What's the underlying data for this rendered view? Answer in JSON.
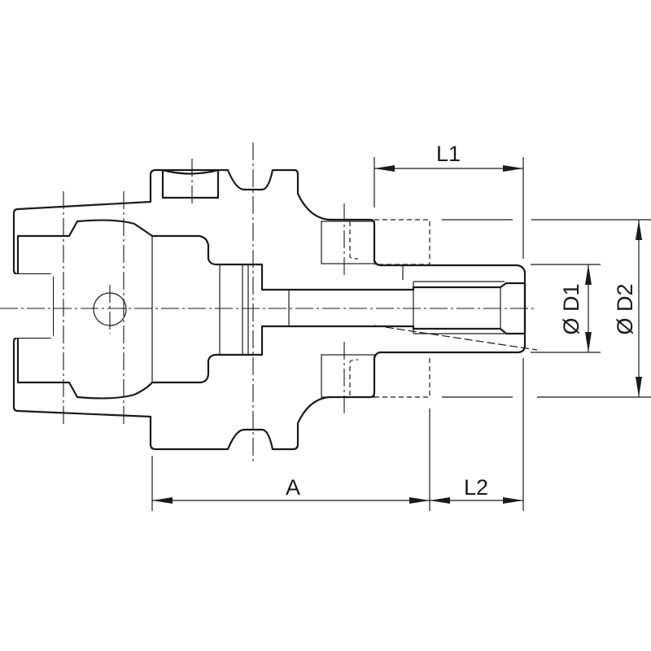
{
  "drawing": {
    "title": "Tool holder cross-section",
    "dimensions": {
      "l1": "L1",
      "l2": "L2",
      "a": "A",
      "d1": "Ø D1",
      "d2": "Ø D2"
    },
    "line_color": "#1a1a1a"
  }
}
